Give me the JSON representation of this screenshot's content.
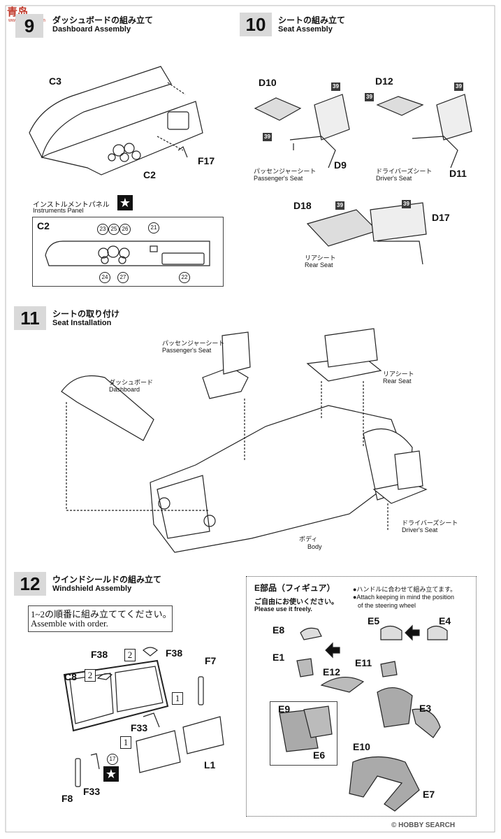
{
  "watermark": {
    "logo_text": "青岛",
    "site": "www.hbsgm.com"
  },
  "step9": {
    "number": "9",
    "title_jp": "ダッシュボードの組み立て",
    "title_en": "Dashboard Assembly",
    "parts": {
      "c3": "C3",
      "c2": "C2",
      "f17": "F17"
    },
    "panel_jp": "インストルメントパネル",
    "panel_en": "Instruments Panel",
    "panel_part": "C2",
    "decals": {
      "d23": "23",
      "d25": "25",
      "d26": "26",
      "d21": "21",
      "d24": "24",
      "d27": "27",
      "d22": "22"
    }
  },
  "step10": {
    "number": "10",
    "title_jp": "シートの組み立て",
    "title_en": "Seat Assembly",
    "parts": {
      "d10": "D10",
      "d9": "D9",
      "d12": "D12",
      "d11": "D11",
      "d18": "D18",
      "d17": "D17"
    },
    "color": "39",
    "passenger_jp": "パッセンジャーシート",
    "passenger_en": "Passenger's Seat",
    "driver_jp": "ドライバーズシート",
    "driver_en": "Driver's Seat",
    "rear_jp": "リアシート",
    "rear_en": "Rear Seat"
  },
  "step11": {
    "number": "11",
    "title_jp": "シートの取り付け",
    "title_en": "Seat Installation",
    "passenger_jp": "パッセンジャーシート",
    "passenger_en": "Passenger's Seat",
    "rear_jp": "リアシート",
    "rear_en": "Rear Seat",
    "dash_jp": "ダッシュボード",
    "dash_en": "Dashboard",
    "driver_jp": "ドライバーズシート",
    "driver_en": "Driver's Seat",
    "body_jp": "ボディ",
    "body_en": "Body"
  },
  "step12": {
    "number": "12",
    "title_jp": "ウインドシールドの組み立て",
    "title_en": "Windshield Assembly",
    "note_jp": "1~2の順番に組み立ててください。",
    "note_en": "Assemble with order.",
    "parts": {
      "f38a": "F38",
      "f38b": "F38",
      "f7": "F7",
      "c8": "C8",
      "f33a": "F33",
      "l1": "L1",
      "f8": "F8",
      "f33b": "F33"
    },
    "order": {
      "o1": "2",
      "o2": "2",
      "o3": "1",
      "o4": "1"
    },
    "decal": "17"
  },
  "figure": {
    "title_jp": "E部品（フィギュア）",
    "free_jp": "ご自由にお使いください。",
    "free_en": "Please use it freely.",
    "note_jp": "●ハンドルに合わせて組み立てます。",
    "note_en1": "●Attach keeping in mind the position",
    "note_en2": "of the steering wheel",
    "parts": {
      "e8": "E8",
      "e1": "E1",
      "e12": "E12",
      "e5": "E5",
      "e4": "E4",
      "e11": "E11",
      "e9": "E9",
      "e6": "E6",
      "e3": "E3",
      "e10": "E10",
      "e7": "E7"
    }
  },
  "footer": {
    "source": "© HOBBY SEARCH"
  }
}
